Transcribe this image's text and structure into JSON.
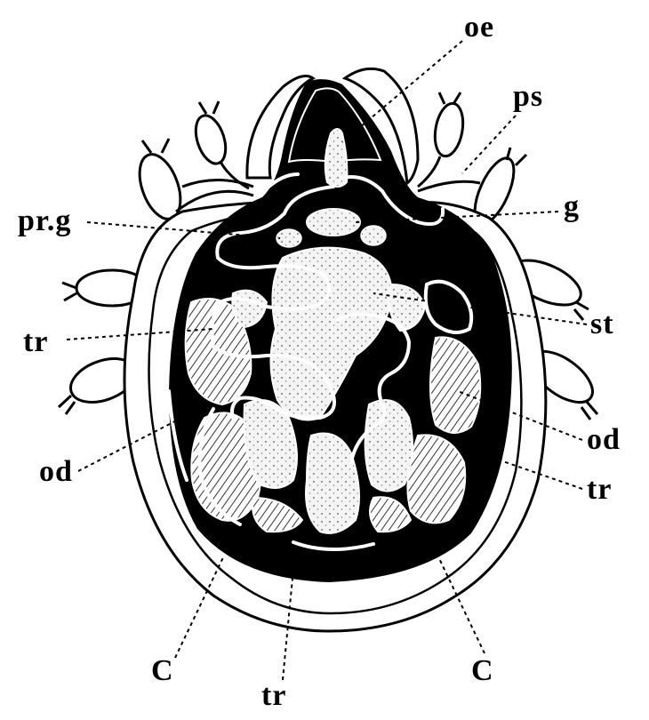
{
  "labels": {
    "oe": "oe",
    "ps": "ps",
    "g": "g",
    "prg": "pr.g",
    "st": "st",
    "tr_left": "tr",
    "od_right": "od",
    "tr_right": "tr",
    "od_left": "od",
    "c_left": "C",
    "tr_bottom": "tr",
    "c_right": "C"
  },
  "colors": {
    "ink": "#000000",
    "paper": "#ffffff",
    "stipple": "#e9e9e9"
  }
}
